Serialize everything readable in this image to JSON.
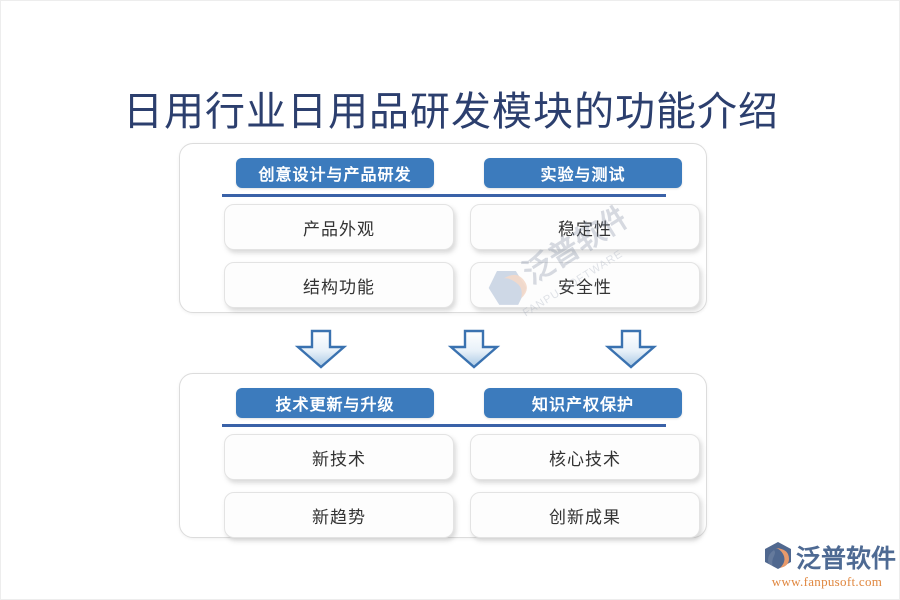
{
  "page": {
    "title": "日用行业日用品研发模块的功能介绍",
    "title_color": "#2c3f6e",
    "background_color": "#ffffff",
    "accent_color": "#3c7bbd",
    "divider_color": "#3a62a8"
  },
  "panels": [
    {
      "id": "panel-top",
      "headers": [
        {
          "label": "创意设计与产品研发"
        },
        {
          "label": "实验与测试"
        }
      ],
      "columns": [
        {
          "items": [
            {
              "label": "产品外观"
            },
            {
              "label": "结构功能"
            }
          ]
        },
        {
          "items": [
            {
              "label": "稳定性"
            },
            {
              "label": "安全性"
            }
          ]
        }
      ]
    },
    {
      "id": "panel-bottom",
      "headers": [
        {
          "label": "技术更新与升级"
        },
        {
          "label": "知识产权保护"
        }
      ],
      "columns": [
        {
          "items": [
            {
              "label": "新技术"
            },
            {
              "label": "新趋势"
            }
          ]
        },
        {
          "items": [
            {
              "label": "核心技术"
            },
            {
              "label": "创新成果"
            }
          ]
        }
      ]
    }
  ],
  "arrows": [
    {
      "icon": "arrow-down-icon",
      "color": "#3a72b0"
    },
    {
      "icon": "arrow-down-icon",
      "color": "#3a72b0"
    },
    {
      "icon": "arrow-down-icon",
      "color": "#3a72b0"
    }
  ],
  "watermark": {
    "icon": "fanpu-hexagon-icon",
    "brand": "泛普软件",
    "tagline": "FANPU SOFTWARE"
  },
  "brand": {
    "icon": "fanpu-hexagon-icon",
    "name": "泛普软件",
    "url": "www.fanpusoft.com",
    "name_color": "#4e6a93",
    "url_color": "#e0873f"
  }
}
